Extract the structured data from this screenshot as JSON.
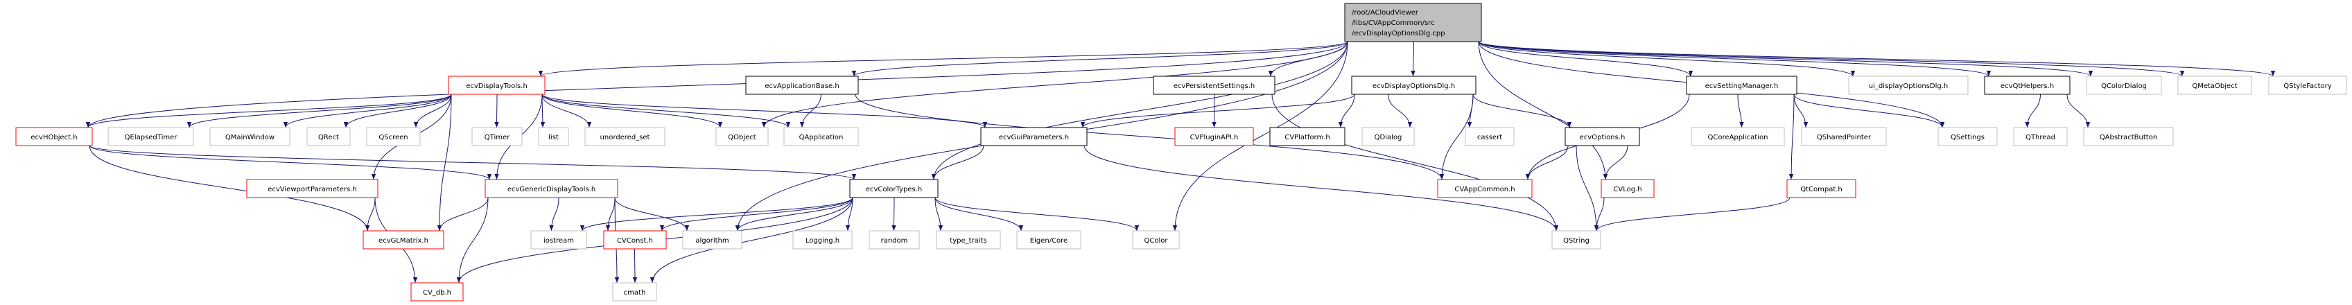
{
  "colors": {
    "edge": "#191970",
    "root_fill": "#bfbfbf",
    "documented_border": "#000000",
    "truncated_border": "#ff0000",
    "external_border": "#bfbfbf"
  },
  "nodes": {
    "root": {
      "lines": [
        "/root/ACloudViewer",
        "/libs/CVAppCommon/src",
        "/ecvDisplayOptionsDlg.cpp"
      ],
      "kind": "root"
    },
    "ecvDisplayTools": {
      "label": "ecvDisplayTools.h",
      "kind": "truncated"
    },
    "ecvApplicationBase": {
      "label": "ecvApplicationBase.h",
      "kind": "documented"
    },
    "ecvPersistentSettings": {
      "label": "ecvPersistentSettings.h",
      "kind": "documented"
    },
    "ecvDisplayOptionsDlgH": {
      "label": "ecvDisplayOptionsDlg.h",
      "kind": "documented"
    },
    "ecvSettingManager": {
      "label": "ecvSettingManager.h",
      "kind": "documented"
    },
    "ui_displayOptionsDlg": {
      "label": "ui_displayOptionsDlg.h",
      "kind": "external"
    },
    "ecvQtHelpers": {
      "label": "ecvQtHelpers.h",
      "kind": "documented"
    },
    "QColorDialog": {
      "label": "QColorDialog",
      "kind": "external"
    },
    "QMetaObject": {
      "label": "QMetaObject",
      "kind": "external"
    },
    "QStyleFactory": {
      "label": "QStyleFactory",
      "kind": "external"
    },
    "ecvHObject": {
      "label": "ecvHObject.h",
      "kind": "truncated"
    },
    "QElapsedTimer": {
      "label": "QElapsedTimer",
      "kind": "external"
    },
    "QMainWindow": {
      "label": "QMainWindow",
      "kind": "external"
    },
    "QRect": {
      "label": "QRect",
      "kind": "external"
    },
    "QScreen": {
      "label": "QScreen",
      "kind": "external"
    },
    "QTimer": {
      "label": "QTimer",
      "kind": "external"
    },
    "list": {
      "label": "list",
      "kind": "external"
    },
    "unordered_set": {
      "label": "unordered_set",
      "kind": "external"
    },
    "QObject": {
      "label": "QObject",
      "kind": "external"
    },
    "QApplication": {
      "label": "QApplication",
      "kind": "external"
    },
    "ecvGuiParameters": {
      "label": "ecvGuiParameters.h",
      "kind": "documented"
    },
    "CVPluginAPI": {
      "label": "CVPluginAPI.h",
      "kind": "truncated"
    },
    "CVPlatform": {
      "label": "CVPlatform.h",
      "kind": "documented"
    },
    "QDialog": {
      "label": "QDialog",
      "kind": "external"
    },
    "cassert": {
      "label": "cassert",
      "kind": "external"
    },
    "ecvOptions": {
      "label": "ecvOptions.h",
      "kind": "documented"
    },
    "QCoreApplication": {
      "label": "QCoreApplication",
      "kind": "external"
    },
    "QSharedPointer": {
      "label": "QSharedPointer",
      "kind": "external"
    },
    "QSettings": {
      "label": "QSettings",
      "kind": "external"
    },
    "QThread": {
      "label": "QThread",
      "kind": "external"
    },
    "QAbstractButton": {
      "label": "QAbstractButton",
      "kind": "external"
    },
    "ecvViewportParameters": {
      "label": "ecvViewportParameters.h",
      "kind": "truncated"
    },
    "ecvGenericDisplayTools": {
      "label": "ecvGenericDisplayTools.h",
      "kind": "truncated"
    },
    "ecvColorTypes": {
      "label": "ecvColorTypes.h",
      "kind": "documented"
    },
    "CVAppCommon": {
      "label": "CVAppCommon.h",
      "kind": "truncated"
    },
    "CVLog": {
      "label": "CVLog.h",
      "kind": "truncated"
    },
    "QtCompat": {
      "label": "QtCompat.h",
      "kind": "truncated"
    },
    "ecvGLMatrix": {
      "label": "ecvGLMatrix.h",
      "kind": "truncated"
    },
    "iostream": {
      "label": "iostream",
      "kind": "external"
    },
    "CVConst": {
      "label": "CVConst.h",
      "kind": "truncated"
    },
    "algorithm": {
      "label": "algorithm",
      "kind": "external"
    },
    "Logging": {
      "label": "Logging.h",
      "kind": "external"
    },
    "random": {
      "label": "random",
      "kind": "external"
    },
    "type_traits": {
      "label": "type_traits",
      "kind": "external"
    },
    "EigenCore": {
      "label": "Eigen/Core",
      "kind": "external"
    },
    "QColor": {
      "label": "QColor",
      "kind": "external"
    },
    "QString": {
      "label": "QString",
      "kind": "external"
    },
    "CV_db": {
      "label": "CV_db.h",
      "kind": "truncated"
    },
    "cmath": {
      "label": "cmath",
      "kind": "external"
    }
  },
  "edges": [
    [
      "root",
      "ecvDisplayTools"
    ],
    [
      "root",
      "ecvHObject"
    ],
    [
      "root",
      "QObject"
    ],
    [
      "root",
      "ecvApplicationBase"
    ],
    [
      "root",
      "ecvColorTypes"
    ],
    [
      "root",
      "algorithm"
    ],
    [
      "root",
      "QColor"
    ],
    [
      "root",
      "ecvPersistentSettings"
    ],
    [
      "root",
      "ecvDisplayOptionsDlgH"
    ],
    [
      "root",
      "ecvSettingManager"
    ],
    [
      "root",
      "ui_displayOptionsDlg"
    ],
    [
      "root",
      "ecvQtHelpers"
    ],
    [
      "root",
      "QColorDialog"
    ],
    [
      "root",
      "QMetaObject"
    ],
    [
      "root",
      "QStyleFactory"
    ],
    [
      "root",
      "QSettings"
    ],
    [
      "root",
      "CVLog"
    ],
    [
      "ecvDisplayTools",
      "ecvHObject"
    ],
    [
      "ecvDisplayTools",
      "QElapsedTimer"
    ],
    [
      "ecvDisplayTools",
      "QMainWindow"
    ],
    [
      "ecvDisplayTools",
      "QRect"
    ],
    [
      "ecvDisplayTools",
      "QScreen"
    ],
    [
      "ecvDisplayTools",
      "QTimer"
    ],
    [
      "ecvDisplayTools",
      "list"
    ],
    [
      "ecvDisplayTools",
      "unordered_set"
    ],
    [
      "ecvDisplayTools",
      "QObject"
    ],
    [
      "ecvDisplayTools",
      "QApplication"
    ],
    [
      "ecvDisplayTools",
      "ecvGuiParameters"
    ],
    [
      "ecvDisplayTools",
      "ecvViewportParameters"
    ],
    [
      "ecvDisplayTools",
      "ecvGLMatrix"
    ],
    [
      "ecvDisplayTools",
      "ecvGenericDisplayTools"
    ],
    [
      "ecvHObject",
      "ecvGLMatrix"
    ],
    [
      "ecvHObject",
      "ecvGenericDisplayTools"
    ],
    [
      "ecvHObject",
      "ecvColorTypes"
    ],
    [
      "ecvApplicationBase",
      "QApplication"
    ],
    [
      "ecvApplicationBase",
      "CVAppCommon"
    ],
    [
      "ecvPersistentSettings",
      "CVPluginAPI"
    ],
    [
      "ecvPersistentSettings",
      "QString"
    ],
    [
      "ecvDisplayOptionsDlgH",
      "ecvGuiParameters"
    ],
    [
      "ecvDisplayOptionsDlgH",
      "CVPlatform"
    ],
    [
      "ecvDisplayOptionsDlgH",
      "QDialog"
    ],
    [
      "ecvDisplayOptionsDlgH",
      "CVAppCommon"
    ],
    [
      "ecvDisplayOptionsDlgH",
      "cassert"
    ],
    [
      "ecvDisplayOptionsDlgH",
      "ecvOptions"
    ],
    [
      "ecvGuiParameters",
      "ecvColorTypes"
    ],
    [
      "ecvGuiParameters",
      "QString"
    ],
    [
      "ecvViewportParameters",
      "ecvGLMatrix"
    ],
    [
      "ecvViewportParameters",
      "CV_db"
    ],
    [
      "ecvGenericDisplayTools",
      "ecvGLMatrix"
    ],
    [
      "ecvGenericDisplayTools",
      "CV_db"
    ],
    [
      "ecvGenericDisplayTools",
      "iostream"
    ],
    [
      "ecvGenericDisplayTools",
      "CVConst"
    ],
    [
      "ecvGenericDisplayTools",
      "algorithm"
    ],
    [
      "ecvGenericDisplayTools",
      "cmath"
    ],
    [
      "ecvColorTypes",
      "iostream"
    ],
    [
      "ecvColorTypes",
      "CVConst"
    ],
    [
      "ecvColorTypes",
      "algorithm"
    ],
    [
      "ecvColorTypes",
      "Logging"
    ],
    [
      "ecvColorTypes",
      "random"
    ],
    [
      "ecvColorTypes",
      "type_traits"
    ],
    [
      "ecvColorTypes",
      "EigenCore"
    ],
    [
      "ecvColorTypes",
      "QColor"
    ],
    [
      "ecvColorTypes",
      "CV_db"
    ],
    [
      "ecvColorTypes",
      "cmath"
    ],
    [
      "ecvOptions",
      "CVAppCommon"
    ],
    [
      "ecvOptions",
      "CVLog"
    ],
    [
      "ecvOptions",
      "QString"
    ],
    [
      "CVLog",
      "QString"
    ],
    [
      "QtCompat",
      "QString"
    ],
    [
      "ecvSettingManager",
      "CVAppCommon"
    ],
    [
      "ecvSettingManager",
      "QCoreApplication"
    ],
    [
      "ecvSettingManager",
      "QSharedPointer"
    ],
    [
      "ecvSettingManager",
      "QSettings"
    ],
    [
      "ecvSettingManager",
      "QtCompat"
    ],
    [
      "ecvQtHelpers",
      "QThread"
    ],
    [
      "ecvQtHelpers",
      "QAbstractButton"
    ],
    [
      "CVConst",
      "cmath"
    ]
  ]
}
